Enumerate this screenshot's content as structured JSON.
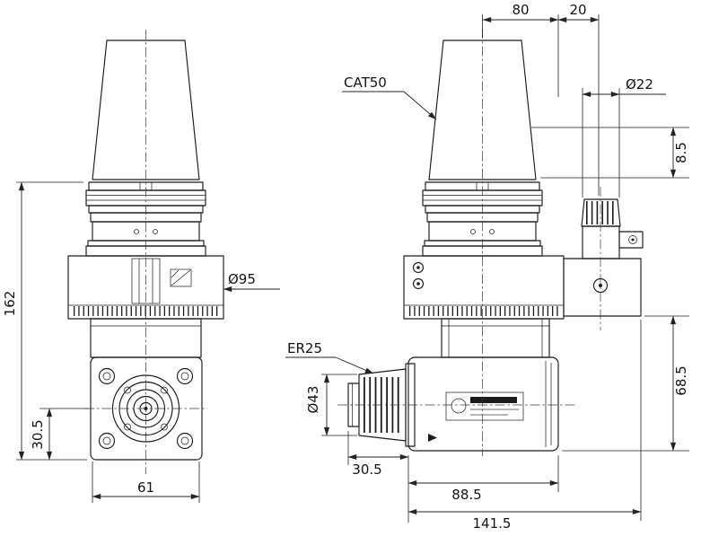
{
  "labels": {
    "taper": "CAT50",
    "collet": "ER25"
  },
  "front_view": {
    "overall_height": "162",
    "output_offset": "30.5",
    "face_width": "61",
    "body_diameter": "Ø95"
  },
  "side_view": {
    "offset_a": "80",
    "offset_b": "20",
    "spindle_diameter": "Ø22",
    "flange_offset": "8.5",
    "body_height": "68.5",
    "collet_diameter": "Ø43",
    "nose_length": "30.5",
    "body_length": "88.5",
    "overall_length": "141.5"
  }
}
